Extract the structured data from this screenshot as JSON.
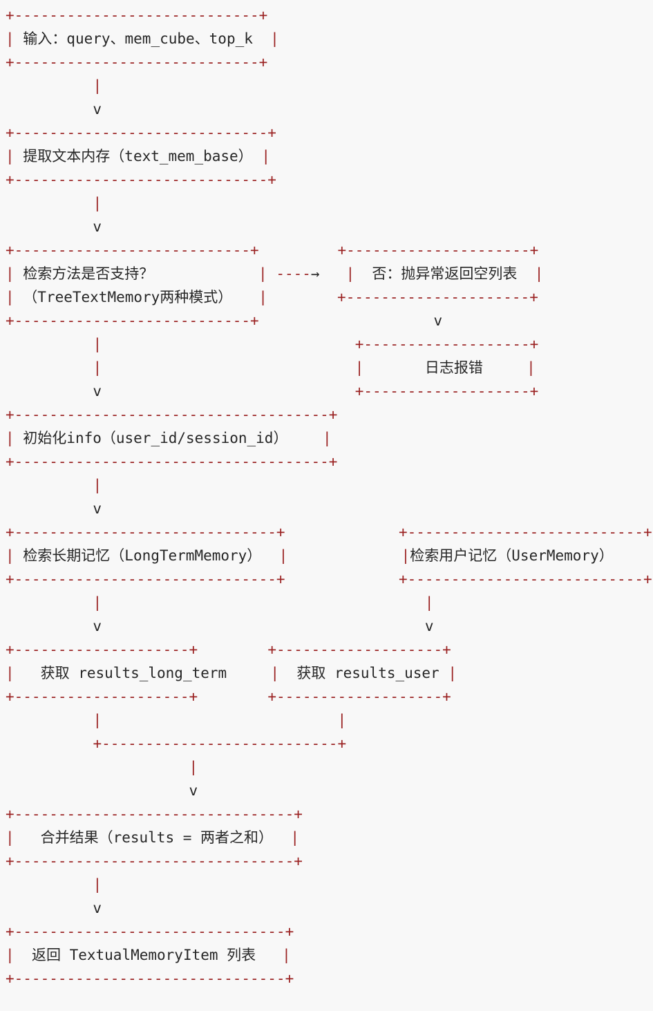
{
  "page": {
    "background_color": "#f8f8f8",
    "frame_color": "#9a2121",
    "text_color": "#262626"
  },
  "diagram": {
    "type": "ascii-flowchart",
    "nodes": [
      {
        "id": "input",
        "label": "输入：query、mem_cube、top_k"
      },
      {
        "id": "extract-text-memory",
        "label": "提取文本内存（text_mem_base）"
      },
      {
        "id": "check-method-supported",
        "label": "检索方法是否支持？（TreeTextMemory两种模式）"
      },
      {
        "id": "no-branch",
        "label": "否：抛异常返回空列表"
      },
      {
        "id": "log-error",
        "label": "日志报错"
      },
      {
        "id": "init-info",
        "label": "初始化info（user_id/session_id）"
      },
      {
        "id": "search-long-term-memory",
        "label": "检索长期记忆（LongTermMemory）"
      },
      {
        "id": "search-user-memory",
        "label": "检索用户记忆（UserMemory）"
      },
      {
        "id": "get-results-long-term",
        "label": "获取 results_long_term"
      },
      {
        "id": "get-results-user",
        "label": "获取 results_user"
      },
      {
        "id": "merge-results",
        "label": "合并结果（results = 两者之和）"
      },
      {
        "id": "return-list",
        "label": "返回 TextualMemoryItem 列表"
      }
    ],
    "lines": [
      "+----------------------------+",
      "| 输入：query、mem_cube、top_k  |",
      "+----------------------------+",
      "          |",
      "          v",
      "+-----------------------------+",
      "| 提取文本内存（text_mem_base） |",
      "+-----------------------------+",
      "          |",
      "          v",
      "+---------------------------+         +---------------------+",
      "| 检索方法是否支持？            | ----→   |  否：抛异常返回空列表  |",
      "| （TreeTextMemory两种模式）   |        +---------------------+",
      "+---------------------------+                    v",
      "          |                             +-------------------+",
      "          |                             |       日志报错     |",
      "          v                             +-------------------+",
      "+------------------------------------+",
      "| 初始化info（user_id/session_id）    |",
      "+------------------------------------+",
      "          |",
      "          v",
      "+------------------------------+             +---------------------------+",
      "| 检索长期记忆（LongTermMemory）  |             |检索用户记忆（UserMemory）     |",
      "+------------------------------+             +---------------------------+",
      "          |                                     |",
      "          v                                     v",
      "+--------------------+        +-------------------+",
      "|   获取 results_long_term     |  获取 results_user |",
      "+--------------------+        +-------------------+",
      "          |                           |",
      "          +---------------------------+",
      "                     |",
      "                     v",
      "+--------------------------------+",
      "|   合并结果（results = 两者之和）  |",
      "+--------------------------------+",
      "          |",
      "          v",
      "+-------------------------------+",
      "|  返回 TextualMemoryItem 列表   |",
      "+-------------------------------+"
    ]
  }
}
